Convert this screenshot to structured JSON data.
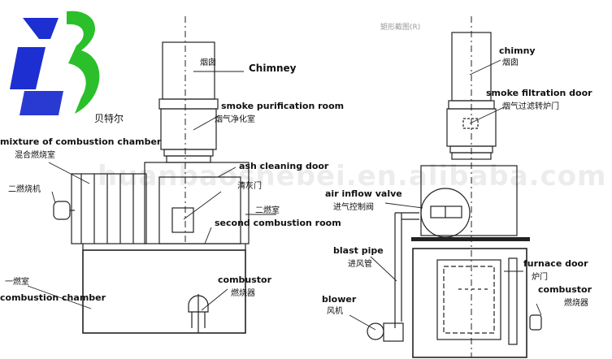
{
  "logo": {
    "text": "贝特尔",
    "colors": {
      "blue": "#1d2fd0",
      "green": "#2bbf2b"
    }
  },
  "watermark": "huanbaoshebei.en.alibaba.com",
  "top_small_text": "矩形截图(R)",
  "left": {
    "chimney_cn": "烟囱",
    "chimney_en": "Chimney",
    "smoke_purification_en": "smoke purification room",
    "smoke_purification_cn": "烟气净化室",
    "mixture_en": "mixture of combustion chamber",
    "mixture_cn": "混合燃烧室",
    "ash_door_en": "ash cleaning door",
    "ash_door_cn": "清灰门",
    "second_burner_cn": "二燃烧机",
    "second_chamber_cn": "二燃室",
    "second_room_en": "second combustion room",
    "first_chamber_cn": "一燃室",
    "combustion_chamber_en": "combustion chamber",
    "combustor_en": "combustor",
    "combustor_cn": "燃烧器"
  },
  "right": {
    "chimny_en": "chimny",
    "chimny_cn": "烟囱",
    "filtration_door_en": "smoke filtration door",
    "filtration_door_cn": "烟气过滤转炉门",
    "air_valve_en": "air inflow valve",
    "air_valve_cn": "进气控制阀",
    "blast_pipe_en": "blast pipe",
    "blast_pipe_cn": "进风管",
    "blower_en": "blower",
    "blower_cn": "风机",
    "furnace_door_en": "furnace door",
    "furnace_door_cn": "炉门",
    "combustor_en": "combustor",
    "combustor_cn": "燃烧器"
  }
}
